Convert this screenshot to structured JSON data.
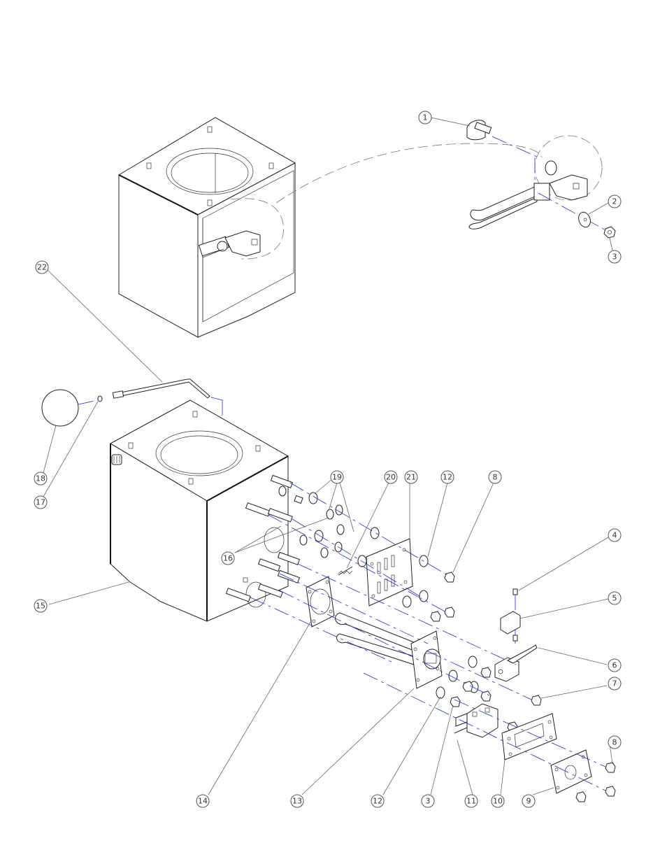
{
  "balloons": [
    {
      "label": "1"
    },
    {
      "label": "2"
    },
    {
      "label": "3"
    },
    {
      "label": "22"
    },
    {
      "label": "18"
    },
    {
      "label": "17"
    },
    {
      "label": "19"
    },
    {
      "label": "20"
    },
    {
      "label": "21"
    },
    {
      "label": "12"
    },
    {
      "label": "8"
    },
    {
      "label": "4"
    },
    {
      "label": "5"
    },
    {
      "label": "6"
    },
    {
      "label": "7"
    },
    {
      "label": "16"
    },
    {
      "label": "15"
    },
    {
      "label": "8"
    },
    {
      "label": "14"
    },
    {
      "label": "13"
    },
    {
      "label": "12"
    },
    {
      "label": "3"
    },
    {
      "label": "11"
    },
    {
      "label": "10"
    },
    {
      "label": "9"
    }
  ]
}
